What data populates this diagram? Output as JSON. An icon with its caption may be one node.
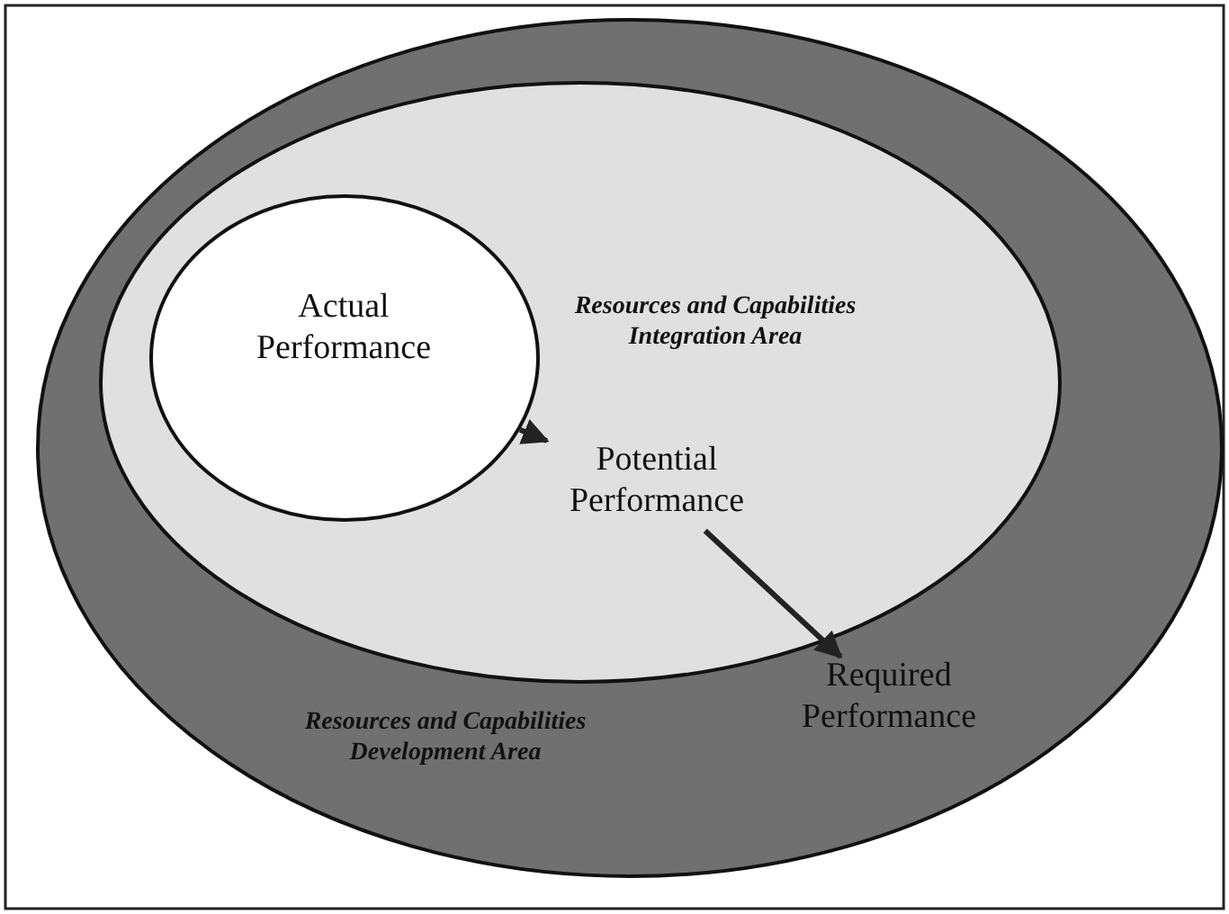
{
  "diagram": {
    "nodes": [
      {
        "text": [
          "Resources and Capabilities Development Area"
        ]
      },
      {
        "text": [
          "Resources and Capabilities Integration Area"
        ],
        "in": 0
      },
      {
        "text": [
          "Actual Performance"
        ],
        "in": 1
      },
      {
        "text": [
          "Potential Performance"
        ],
        "in": 1
      },
      {
        "text": [
          "Required Performance"
        ],
        "in": 0
      }
    ],
    "edges": [
      {
        "from": 2,
        "to": 3,
        "arrow": "to"
      },
      {
        "from": 3,
        "to": 4,
        "arrow": "to"
      }
    ]
  }
}
